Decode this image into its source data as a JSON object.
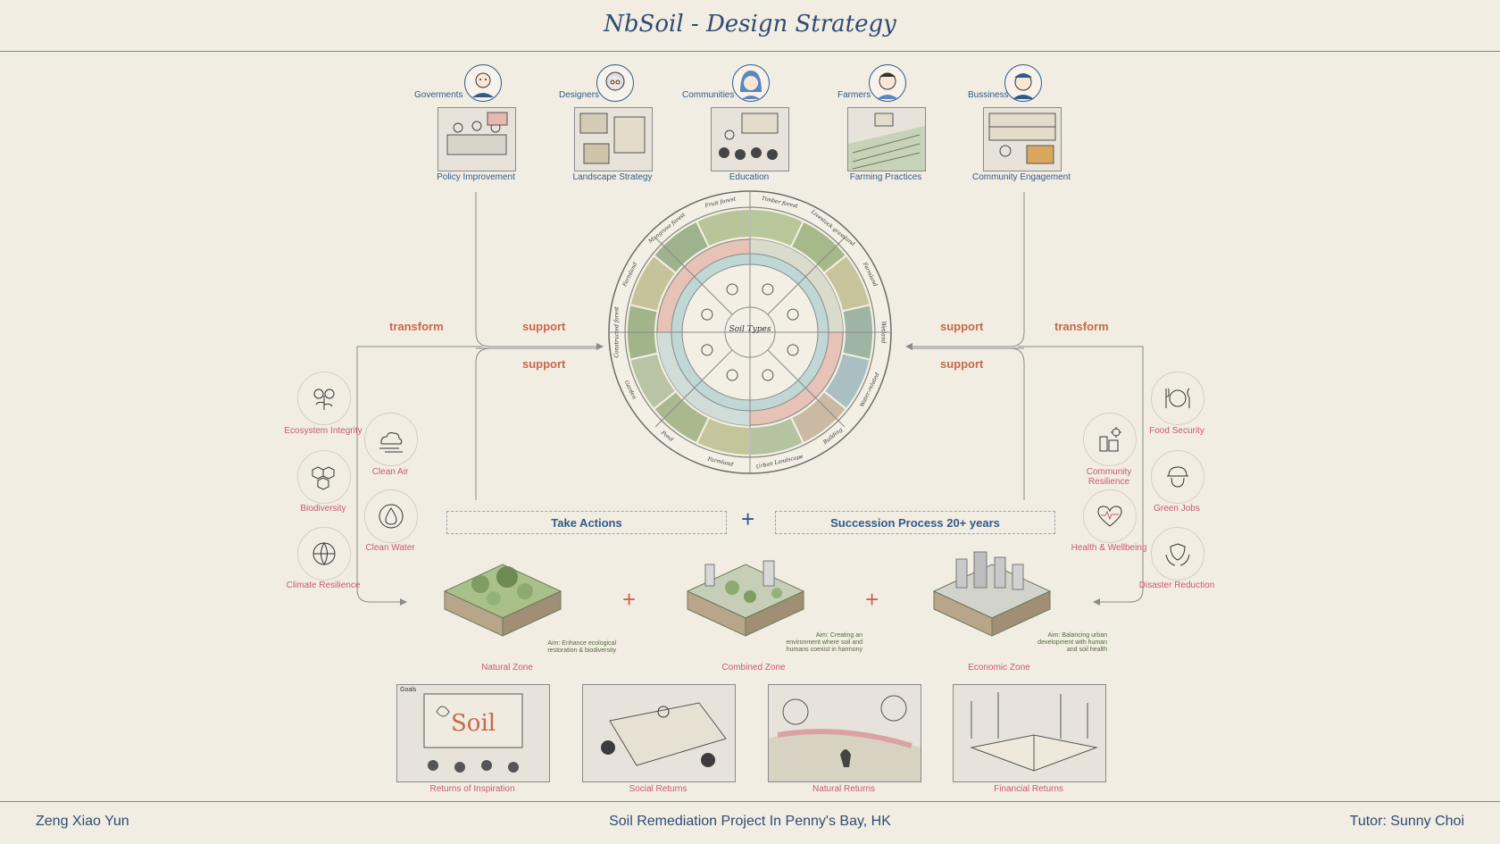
{
  "header": {
    "title": "NbSoil - Design Strategy"
  },
  "stakeholders": [
    {
      "name": "Goverments",
      "card": "Policy Improvement"
    },
    {
      "name": "Designers",
      "card": "Landscape Strategy"
    },
    {
      "name": "Communities",
      "card": "Education"
    },
    {
      "name": "Farmers",
      "card": "Farming Practices"
    },
    {
      "name": "Bussiness",
      "card": "Community Engagement"
    }
  ],
  "flows": {
    "left_transform": "transform",
    "left_support_1": "support",
    "left_support_2": "support",
    "right_support_1": "support",
    "right_support_2": "support",
    "right_transform": "transform"
  },
  "wheel": {
    "center": "Soil Types",
    "outer_labels": [
      "Timber forest",
      "Livestock grassland",
      "Farmland",
      "Wetland",
      "Water-related",
      "Building",
      "Urban Landscape",
      "Farmland",
      "Pond",
      "Garden",
      "Constructed forest",
      "Farmland",
      "Mangrove forest",
      "Fruit forest"
    ]
  },
  "actions": {
    "take": "Take Actions",
    "plus": "+",
    "succession": "Succession Process 20+ years"
  },
  "benefits_left": [
    {
      "label": "Ecosystem Integrity",
      "icon": "tree-sprout-icon"
    },
    {
      "label": "Biodiversity",
      "icon": "biodiversity-hexagon-icon"
    },
    {
      "label": "Climate Resilience",
      "icon": "climate-globe-icon"
    },
    {
      "label": "Clean Air",
      "icon": "cloud-wind-icon"
    },
    {
      "label": "Clean Water",
      "icon": "water-drop-icon"
    }
  ],
  "benefits_right": [
    {
      "label": "Food Security",
      "icon": "plate-cutlery-icon"
    },
    {
      "label": "Green Jobs",
      "icon": "worker-helmet-icon"
    },
    {
      "label": "Disaster Reduction",
      "icon": "hands-shield-icon"
    },
    {
      "label": "Community Resilience",
      "icon": "city-gear-icon"
    },
    {
      "label": "Health & Wellbeing",
      "icon": "heart-pulse-icon"
    }
  ],
  "zones": [
    {
      "label": "Natural Zone",
      "aim": "Aim: Enhance ecological restoration & biodiversity"
    },
    {
      "label": "Combined  Zone",
      "aim": "Aim: Creating an environment where soil and humans coexist in harmony"
    },
    {
      "label": "Economic Zone",
      "aim": "Aim: Balancing urban development with human and soil health"
    }
  ],
  "zone_plus": "+",
  "returns": [
    "Returns of Inspiration",
    "Social Returns",
    "Natural Returns",
    "Financial Returns"
  ],
  "returns_sketch_text": {
    "soil": "Soil",
    "goals": "Goals"
  },
  "footer": {
    "author": "Zeng Xiao Yun",
    "project": "Soil Remediation Project In Penny's Bay, HK",
    "tutor": "Tutor: Sunny Choi"
  },
  "colors": {
    "navy": "#2f4b74",
    "accent": "#c46a4a",
    "pink": "#c65a73",
    "background": "#f2ede3"
  }
}
